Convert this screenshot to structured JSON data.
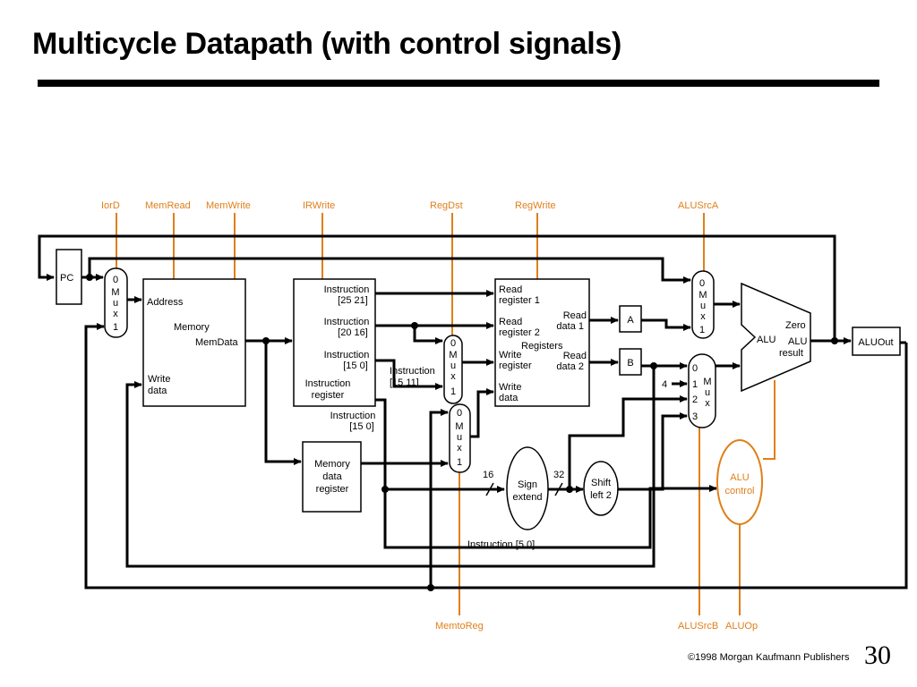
{
  "slide": {
    "title": "Multicycle Datapath (with control signals)",
    "copyright": "©1998 Morgan Kaufmann Publishers",
    "page_number": "30"
  },
  "colors": {
    "control_line": "#E07F1A",
    "wire": "#000000"
  },
  "control_signals": {
    "iord": "IorD",
    "memread": "MemRead",
    "memwrite": "MemWrite",
    "irwrite": "IRWrite",
    "regdst": "RegDst",
    "regwrite": "RegWrite",
    "alusrca": "ALUSrcA",
    "memtoreg": "MemtoReg",
    "alusrcb": "ALUSrcB",
    "aluop": "ALUOp"
  },
  "blocks": {
    "pc": "PC",
    "memory": {
      "address": "Address",
      "name": "Memory",
      "memdata": "MemData",
      "write": "Write",
      "data": "data"
    },
    "ir": {
      "f1a": "Instruction",
      "f1b": "[25   21]",
      "f2a": "Instruction",
      "f2b": "[20   16]",
      "f3a": "Instruction",
      "f3b": "[15   0]",
      "namea": "Instruction",
      "nameb": "register"
    },
    "ir_out": {
      "a": "Instruction",
      "b": "[15   0]"
    },
    "ir_wr": {
      "a": "Instruction",
      "b": "[15   11]"
    },
    "mdr": {
      "l1": "Memory",
      "l2": "data",
      "l3": "register"
    },
    "registers": {
      "rr1a": "Read",
      "rr1b": "register 1",
      "rr2a": "Read",
      "rr2b": "register 2",
      "wra": "Write",
      "wrb": "register",
      "wda": "Write",
      "wdb": "data",
      "rd1a": "Read",
      "rd1b": "data 1",
      "rd2a": "Read",
      "rd2b": "data 2",
      "name": "Registers"
    },
    "a_reg": "A",
    "b_reg": "B",
    "alu": {
      "name": "ALU",
      "zero": "Zero",
      "result_a": "ALU",
      "result_b": "result"
    },
    "aluout": "ALUOut",
    "alu_control": {
      "a": "ALU",
      "b": "control"
    },
    "sign_extend": {
      "a": "Sign",
      "b": "extend"
    },
    "shift_left": {
      "a": "Shift",
      "b": "left 2"
    },
    "mux": {
      "zero": "0",
      "one": "1",
      "two": "2",
      "three": "3",
      "m": "M",
      "u": "u",
      "x": "x"
    },
    "const_four": "4",
    "width_16": "16",
    "width_32": "32",
    "funct_field": "Instruction [5   0]"
  }
}
